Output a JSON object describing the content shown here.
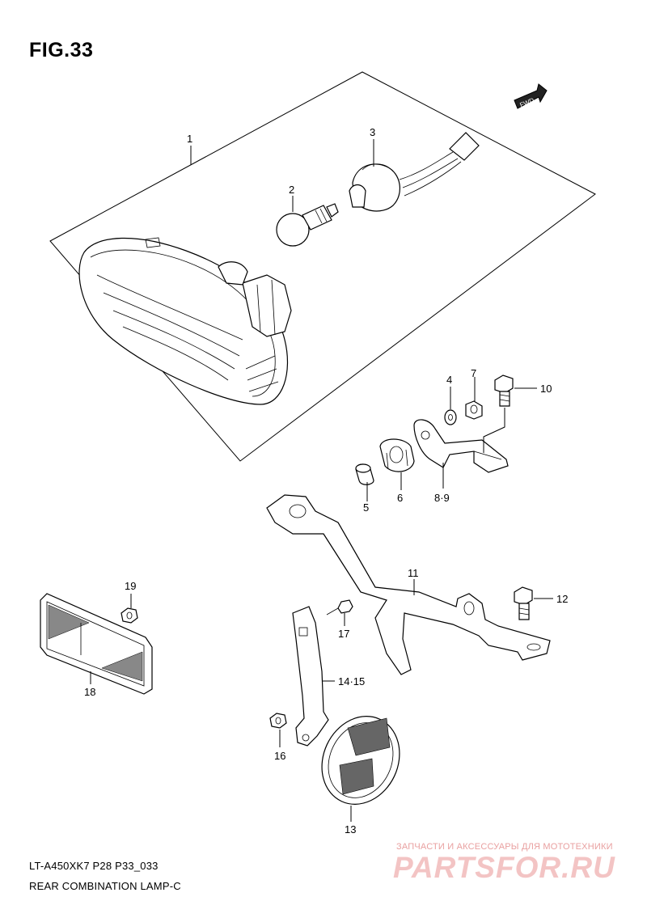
{
  "figure": {
    "title": "FIG.33",
    "fwd_label": "FWD",
    "model_code": "LT-A450XK7 P28 P33_033",
    "section_name": "REAR COMBINATION LAMP-C"
  },
  "watermark": {
    "caption": "ЗАПЧАСТИ И АКСЕССУАРЫ ДЛЯ МОТОТЕХНИКИ",
    "logo": "PARTSFOR.RU"
  },
  "callouts": {
    "p1": "1",
    "p2": "2",
    "p3": "3",
    "p4": "4",
    "p5": "5",
    "p6": "6",
    "p7": "7",
    "p8_9": "8·9",
    "p10": "10",
    "p11": "11",
    "p12": "12",
    "p13": "13",
    "p14_15": "14·15",
    "p16": "16",
    "p17": "17",
    "p18": "18",
    "p19": "19"
  }
}
